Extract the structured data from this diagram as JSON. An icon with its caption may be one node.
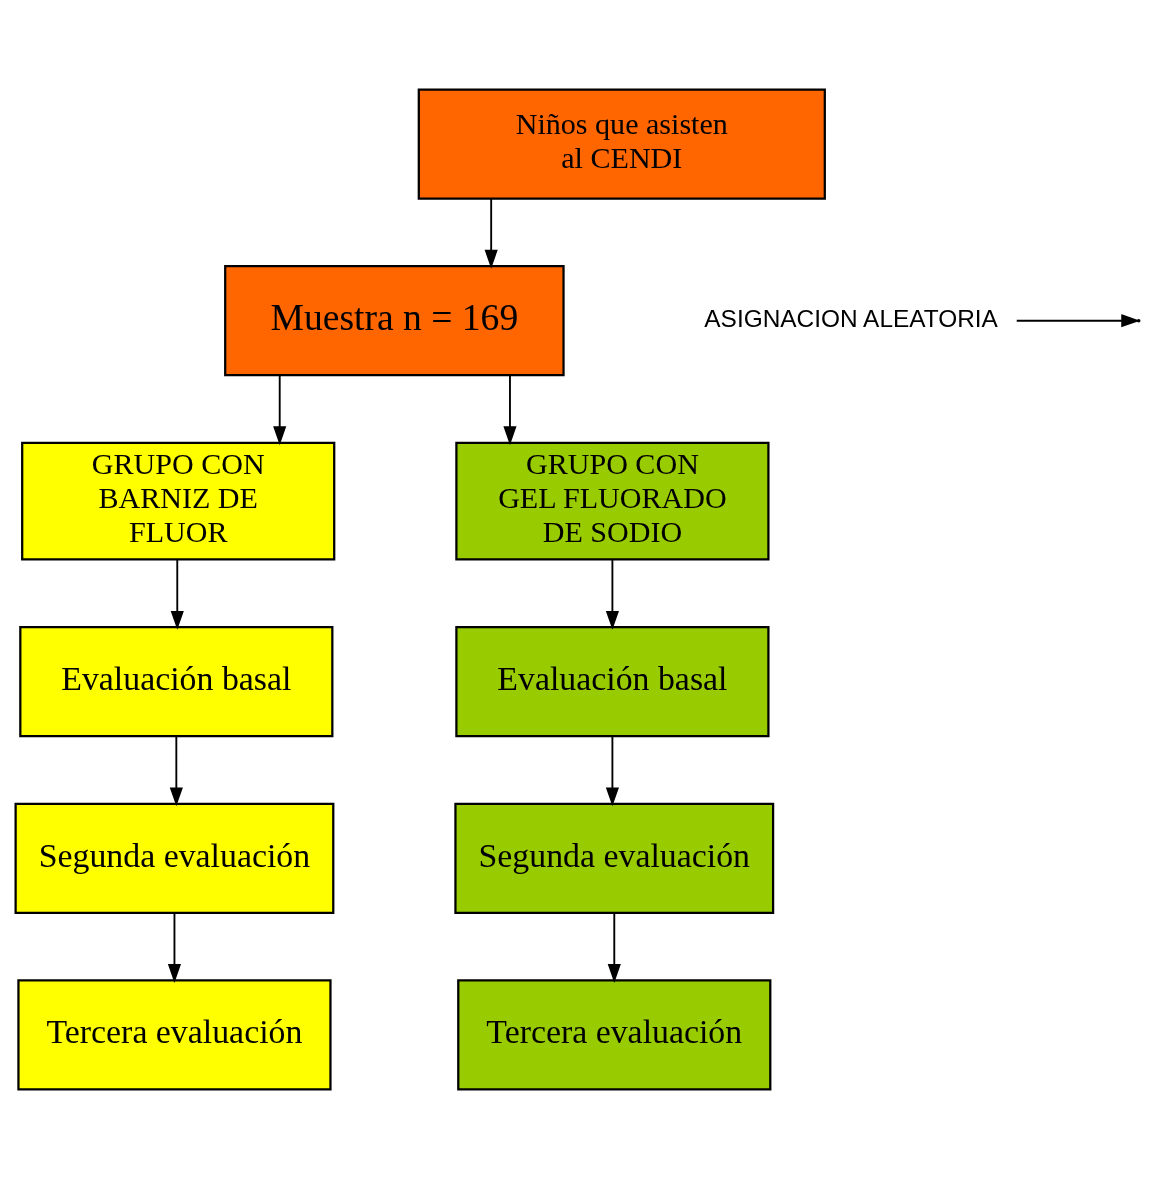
{
  "diagram": {
    "nodes": [
      {
        "text": [
          "Niños que asisten al CENDI"
        ]
      },
      {
        "text": [
          "Muestra n = 169"
        ]
      },
      {
        "text": [
          "ASIGNACION ALEATORIA"
        ]
      },
      {
        "text": [
          "GRUPO CON BARNIZ DE FLUOR"
        ]
      },
      {
        "text": [
          "GRUPO CON GEL FLUORADO DE SODIO"
        ]
      },
      {
        "text": [
          "Evaluación basal"
        ]
      },
      {
        "text": [
          "Segunda evaluación"
        ]
      },
      {
        "text": [
          "Tercera evaluación"
        ]
      },
      {
        "text": [
          "Evaluación basal"
        ]
      },
      {
        "text": [
          "Segunda evaluación"
        ]
      },
      {
        "text": [
          "Tercera evaluación"
        ]
      }
    ],
    "edges": [
      {
        "from": 0,
        "to": 1,
        "arrow": "to"
      },
      {
        "from": 1,
        "to": 3,
        "arrow": "to"
      },
      {
        "from": 1,
        "to": 4,
        "arrow": "to"
      },
      {
        "from": 2,
        "to": null,
        "arrow": "to"
      },
      {
        "from": 3,
        "to": 5,
        "arrow": "to"
      },
      {
        "from": 5,
        "to": 6,
        "arrow": "to"
      },
      {
        "from": 6,
        "to": 7,
        "arrow": "to"
      },
      {
        "from": 4,
        "to": 8,
        "arrow": "to"
      },
      {
        "from": 8,
        "to": 9,
        "arrow": "to"
      },
      {
        "from": 9,
        "to": 10,
        "arrow": "to"
      }
    ]
  }
}
